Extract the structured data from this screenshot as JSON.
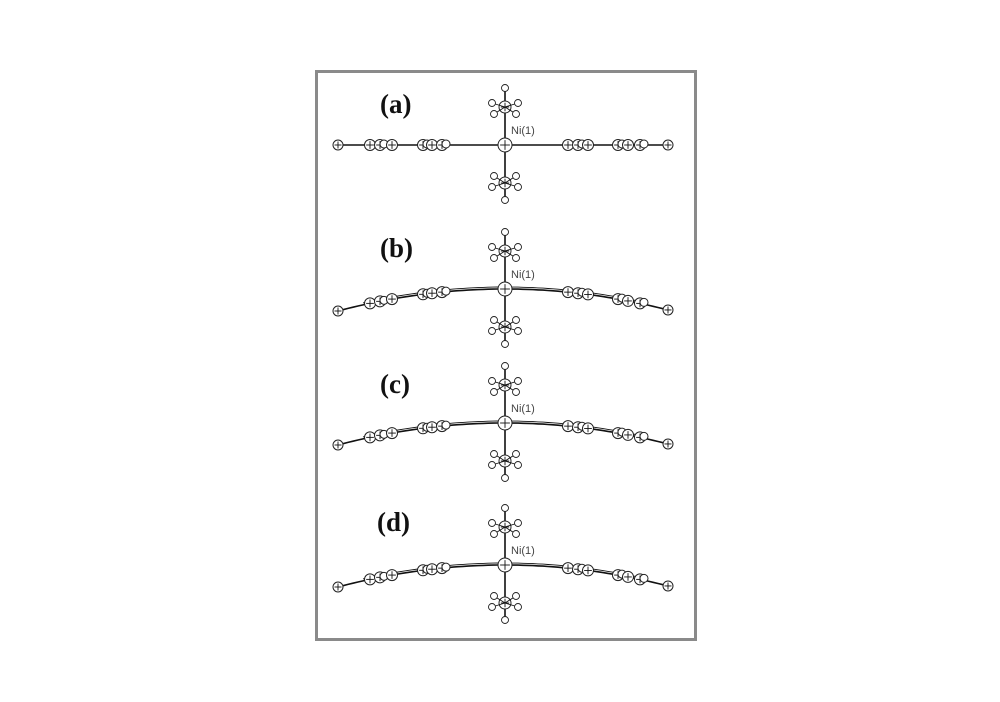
{
  "figure": {
    "panels": [
      {
        "label": "(a)",
        "atom_label": "Ni(1)",
        "curvature": 0
      },
      {
        "label": "(b)",
        "atom_label": "Ni(1)",
        "curvature": 1
      },
      {
        "label": "(c)",
        "atom_label": "Ni(1)",
        "curvature": 1
      },
      {
        "label": "(d)",
        "atom_label": "Ni(1)",
        "curvature": 1
      }
    ],
    "colors": {
      "frame": "#8a8a8a",
      "ink": "#111111",
      "atom_fill": "#ffffff"
    }
  }
}
